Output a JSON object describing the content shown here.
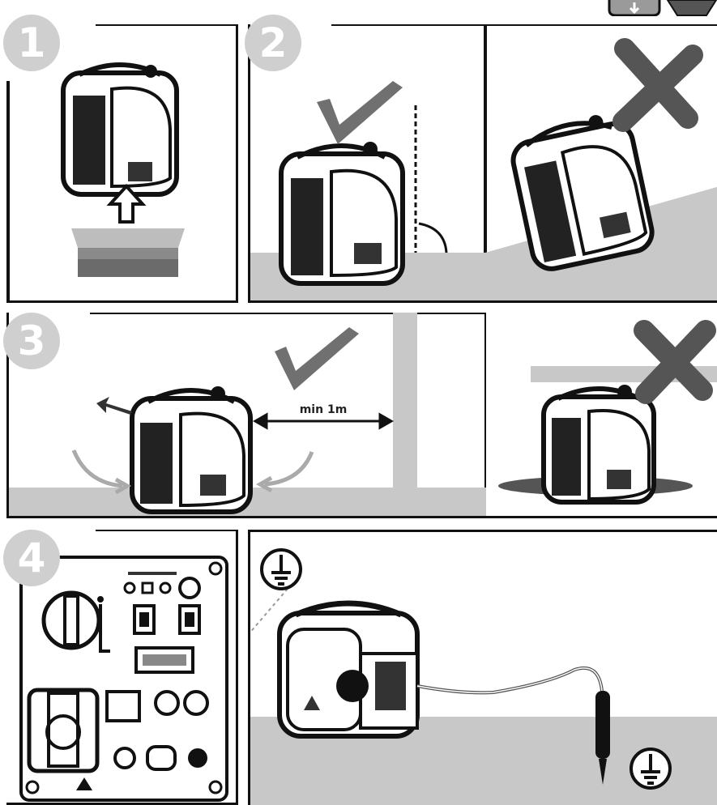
{
  "steps": [
    {
      "number": "1"
    },
    {
      "number": "2"
    },
    {
      "number": "3"
    },
    {
      "number": "4"
    }
  ],
  "step3": {
    "distance_label": "min 1m"
  },
  "colors": {
    "badge": "#cfcfcf",
    "check": "#707070",
    "cross": "#555555",
    "ground": "#c8c8c8",
    "ink": "#111111"
  },
  "icons": [
    "unpack-arrow-icon",
    "check-icon",
    "cross-icon",
    "ground-symbol-icon",
    "warning-triangle-icon"
  ]
}
